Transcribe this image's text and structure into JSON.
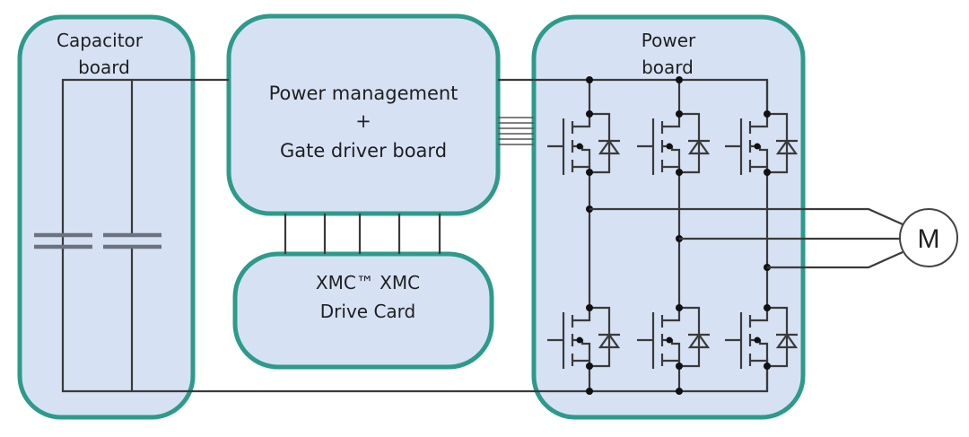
{
  "diagram": {
    "title": "Motor drive system block diagram",
    "blocks": {
      "capacitor_board": {
        "line1": "Capacitor",
        "line2": "board"
      },
      "power_management": {
        "line1": "Power management",
        "line2": "+",
        "line3": "Gate driver board"
      },
      "drive_card": {
        "line1": "XMC™ XMC",
        "line2": "Drive Card"
      },
      "power_board": {
        "line1": "Power",
        "line2": "board"
      }
    },
    "motor": {
      "label": "M"
    },
    "components": {
      "capacitors": 2,
      "half_bridges": 3,
      "switches_per_leg": 2,
      "gate_signal_lines": 6,
      "control_bus_lines": 5,
      "motor_phases": 3
    },
    "colors": {
      "block_fill": "#d6e2f4",
      "block_border": "#2e9a8a",
      "wire": "#3a3a3a"
    }
  }
}
